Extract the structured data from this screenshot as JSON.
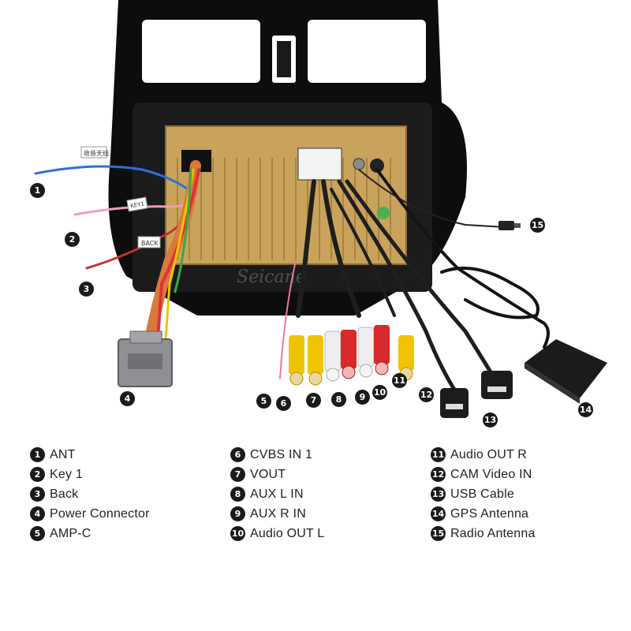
{
  "brand": "Seicane",
  "tags": {
    "ant": "收音天线",
    "key1": "KEY1",
    "back": "BACK"
  },
  "callouts": [
    "1",
    "2",
    "3",
    "4",
    "5",
    "6",
    "7",
    "8",
    "9",
    "10",
    "11",
    "12",
    "13",
    "14",
    "15"
  ],
  "legend": [
    {
      "num": "1",
      "label": "ANT"
    },
    {
      "num": "2",
      "label": "Key 1"
    },
    {
      "num": "3",
      "label": "Back"
    },
    {
      "num": "4",
      "label": "Power Connector"
    },
    {
      "num": "5",
      "label": "AMP-C"
    },
    {
      "num": "6",
      "label": "CVBS IN 1"
    },
    {
      "num": "7",
      "label": "VOUT"
    },
    {
      "num": "8",
      "label": "AUX L IN"
    },
    {
      "num": "9",
      "label": "AUX R IN"
    },
    {
      "num": "10",
      "label": "Audio OUT L"
    },
    {
      "num": "11",
      "label": "Audio OUT R"
    },
    {
      "num": "12",
      "label": "CAM Video IN"
    },
    {
      "num": "13",
      "label": "USB Cable"
    },
    {
      "num": "14",
      "label": "GPS Antenna"
    },
    {
      "num": "15",
      "label": "Radio Antenna"
    }
  ],
  "colors": {
    "frame": "#111111",
    "chassis": "#c9a35c",
    "connector": "#8e9094",
    "rca_yellow": "#f0c400",
    "rca_red": "#d82a2a",
    "rca_white": "#eeeeee",
    "wire_blue": "#2f6fd6",
    "wire_pink": "#f29ac0",
    "wire_red": "#c8322e"
  }
}
